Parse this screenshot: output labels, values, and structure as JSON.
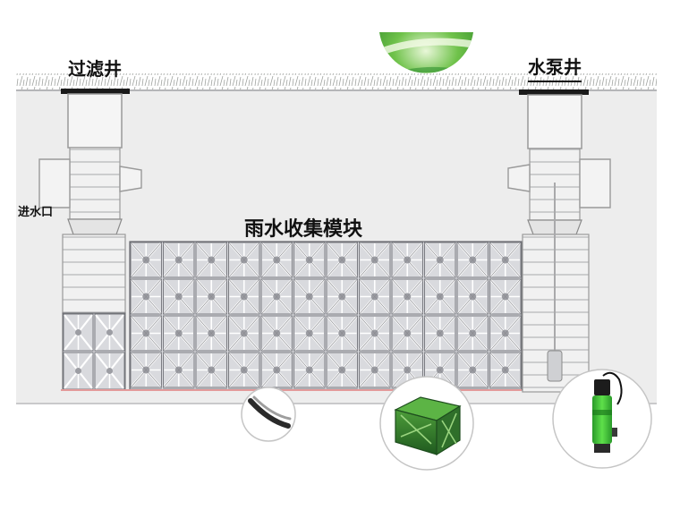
{
  "labels": {
    "filter_well": "过滤井",
    "pump_well": "水泵井",
    "water_inlet": "进水口",
    "collection_module": "雨水收集模块"
  },
  "colors": {
    "ground": "#eeeeee",
    "module_fill": "#dcdde0",
    "module_line": "#6a6b70",
    "well_fill": "#f3f3f3",
    "grass_green": "#3aa93a",
    "pump_green": "#4cd137",
    "base_line": "#e39a9a"
  },
  "icons": {
    "hero": "green-hill-photo",
    "detail_a": "pipe-clip-icon",
    "detail_b": "green-module-block-icon",
    "detail_c": "submersible-pump-icon"
  }
}
